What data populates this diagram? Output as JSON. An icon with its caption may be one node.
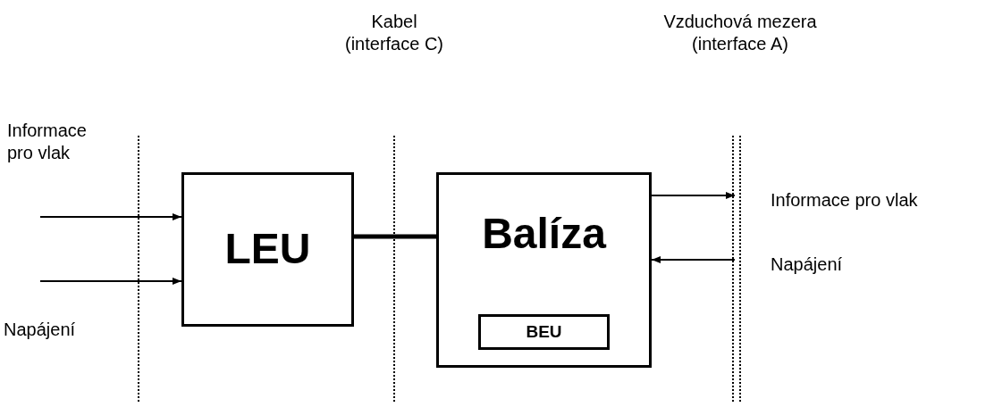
{
  "diagram": {
    "nodes": [
      {
        "text": [
          "LEU"
        ]
      },
      {
        "text": [
          "Balíza"
        ]
      },
      {
        "text": [
          "BEU"
        ],
        "in": 1
      }
    ],
    "edges": [
      {
        "from": 0,
        "to": 1,
        "arrow": "none",
        "style": "thick"
      },
      {
        "from": null,
        "to": 0,
        "arrow": "to"
      },
      {
        "from": null,
        "to": 0,
        "arrow": "to"
      },
      {
        "from": 1,
        "to": null,
        "arrow": "to"
      },
      {
        "from": null,
        "to": 1,
        "arrow": "to"
      }
    ],
    "labels": [
      "Kabel (interface C)",
      "Vzduchová mezera (interface A)",
      "Informace pro vlak",
      "Napájení",
      "Informace pro vlak",
      "Napájení"
    ]
  }
}
